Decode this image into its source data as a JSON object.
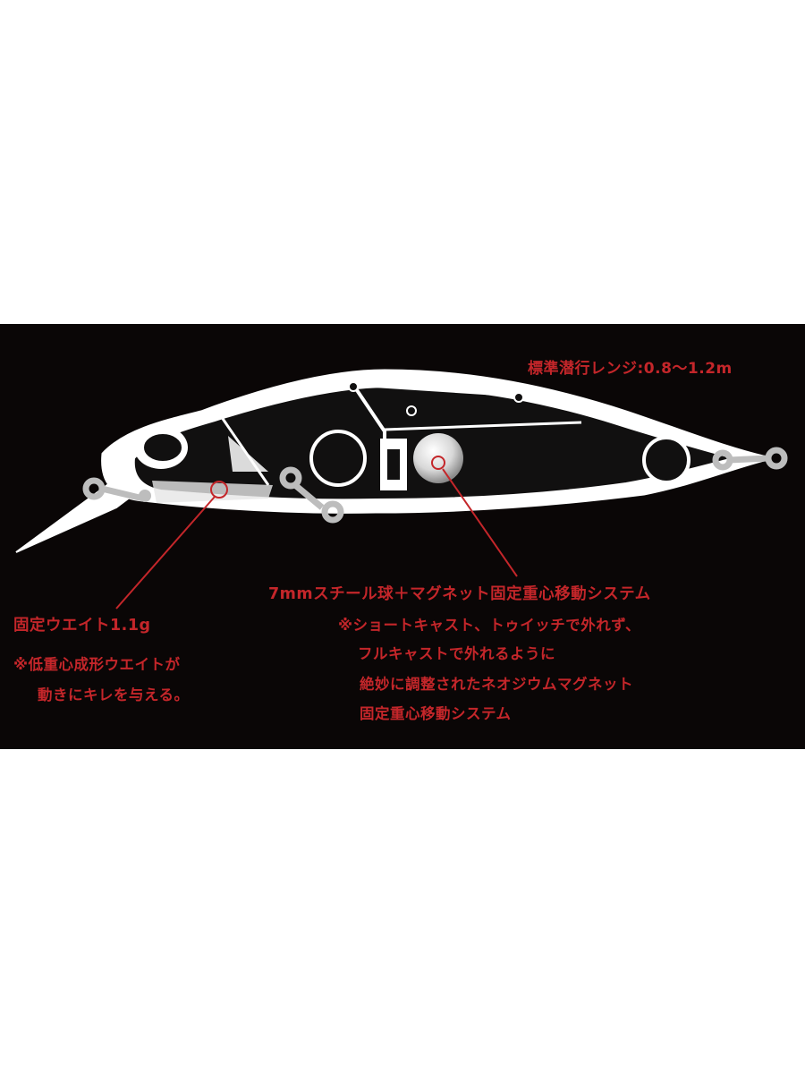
{
  "diagram": {
    "range_label": "標準潜行レンジ:0.8～1.2m",
    "ball_system": {
      "title": "7mmスチール球＋マグネット固定重心移動システム",
      "note_lines": [
        "※ショートキャスト、トゥイッチで外れず、",
        "フルキャストで外れるように",
        "絶妙に調整されたネオジウムマグネット",
        "固定重心移動システム"
      ]
    },
    "fixed_weight": {
      "title": "固定ウエイト1.1g",
      "note_lines": [
        "※低重心成形ウエイトが",
        "動きにキレを与える。"
      ]
    }
  },
  "colors": {
    "background": "#0a0606",
    "annotation": "#c4262a",
    "outline": "#ffffff",
    "body_fill": "#111010"
  }
}
